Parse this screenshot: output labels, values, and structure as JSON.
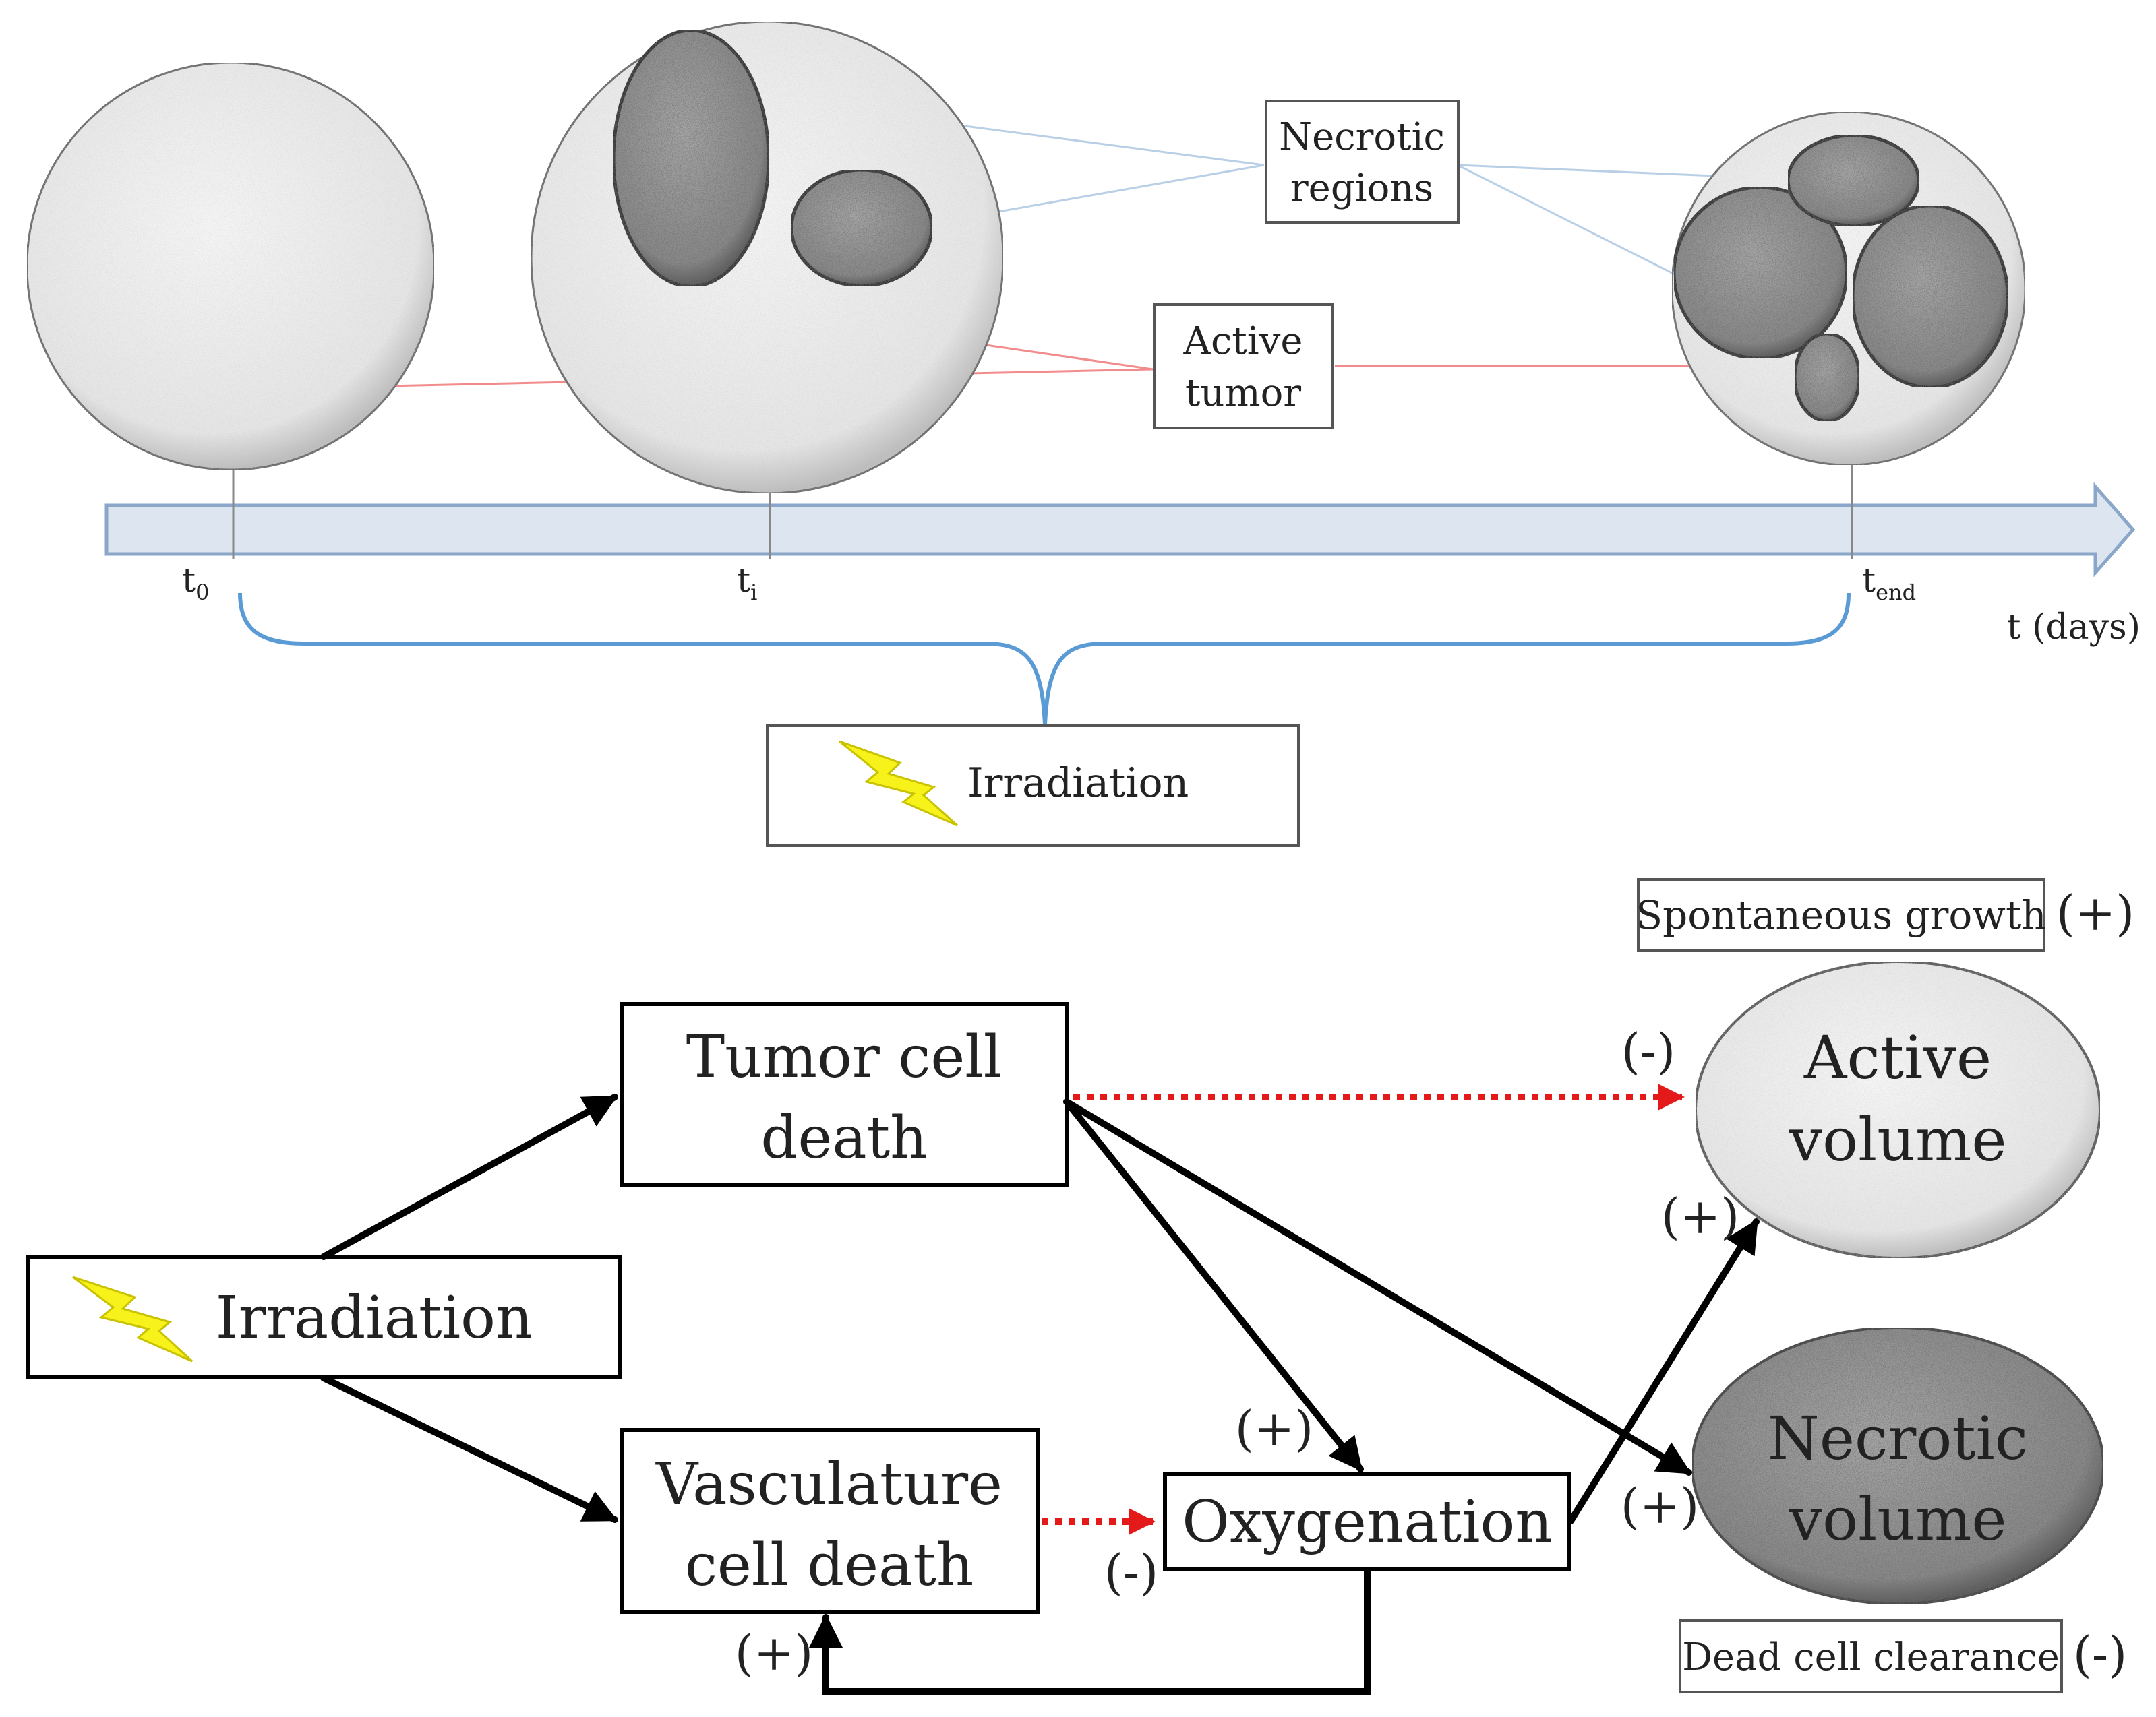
{
  "timeline": {
    "labels": {
      "necrotic_regions_line1": "Necrotic",
      "necrotic_regions_line2": "regions",
      "active_tumor_line1": "Active",
      "active_tumor_line2": "tumor",
      "t0": "t",
      "t0_sub": "0",
      "ti": "t",
      "ti_sub": "i",
      "tend": "t",
      "tend_sub": "end",
      "axis_unit": "t (days)",
      "irradiation": "Irradiation"
    }
  },
  "flow": {
    "irradiation": "Irradiation",
    "tumor_cell_death_line1": "Tumor cell",
    "tumor_cell_death_line2": "death",
    "vasculature_line1": "Vasculature",
    "vasculature_line2": "cell death",
    "oxygenation": "Oxygenation",
    "active_volume_line1": "Active",
    "active_volume_line2": "volume",
    "necrotic_volume_line1": "Necrotic",
    "necrotic_volume_line2": "volume",
    "spontaneous_growth": "Spontaneous growth",
    "spontaneous_growth_sign": "(+)",
    "dead_cell_clearance": "Dead cell clearance",
    "dead_cell_clearance_sign": "(-)",
    "sign_tumor_to_active": "(-)",
    "sign_oxy_to_active": "(+)",
    "sign_tumor_to_oxy": "(+)",
    "sign_tumor_to_necrotic": "(+)",
    "sign_vasc_to_oxy": "(-)",
    "sign_oxy_to_vasc": "(+)"
  },
  "colors": {
    "active_fill": "#ececec",
    "necrotic_fill": "#8d8d8d",
    "arrow": "#000000",
    "inhibit_arrow": "#e41a1a",
    "red_leader": "#f28c8c",
    "blue_leader": "#b9cfe6",
    "timeline_fill": "#dde6f0",
    "timeline_stroke": "#8aa7c9",
    "brace": "#5b9bd5",
    "bolt": "#f7f21a"
  }
}
